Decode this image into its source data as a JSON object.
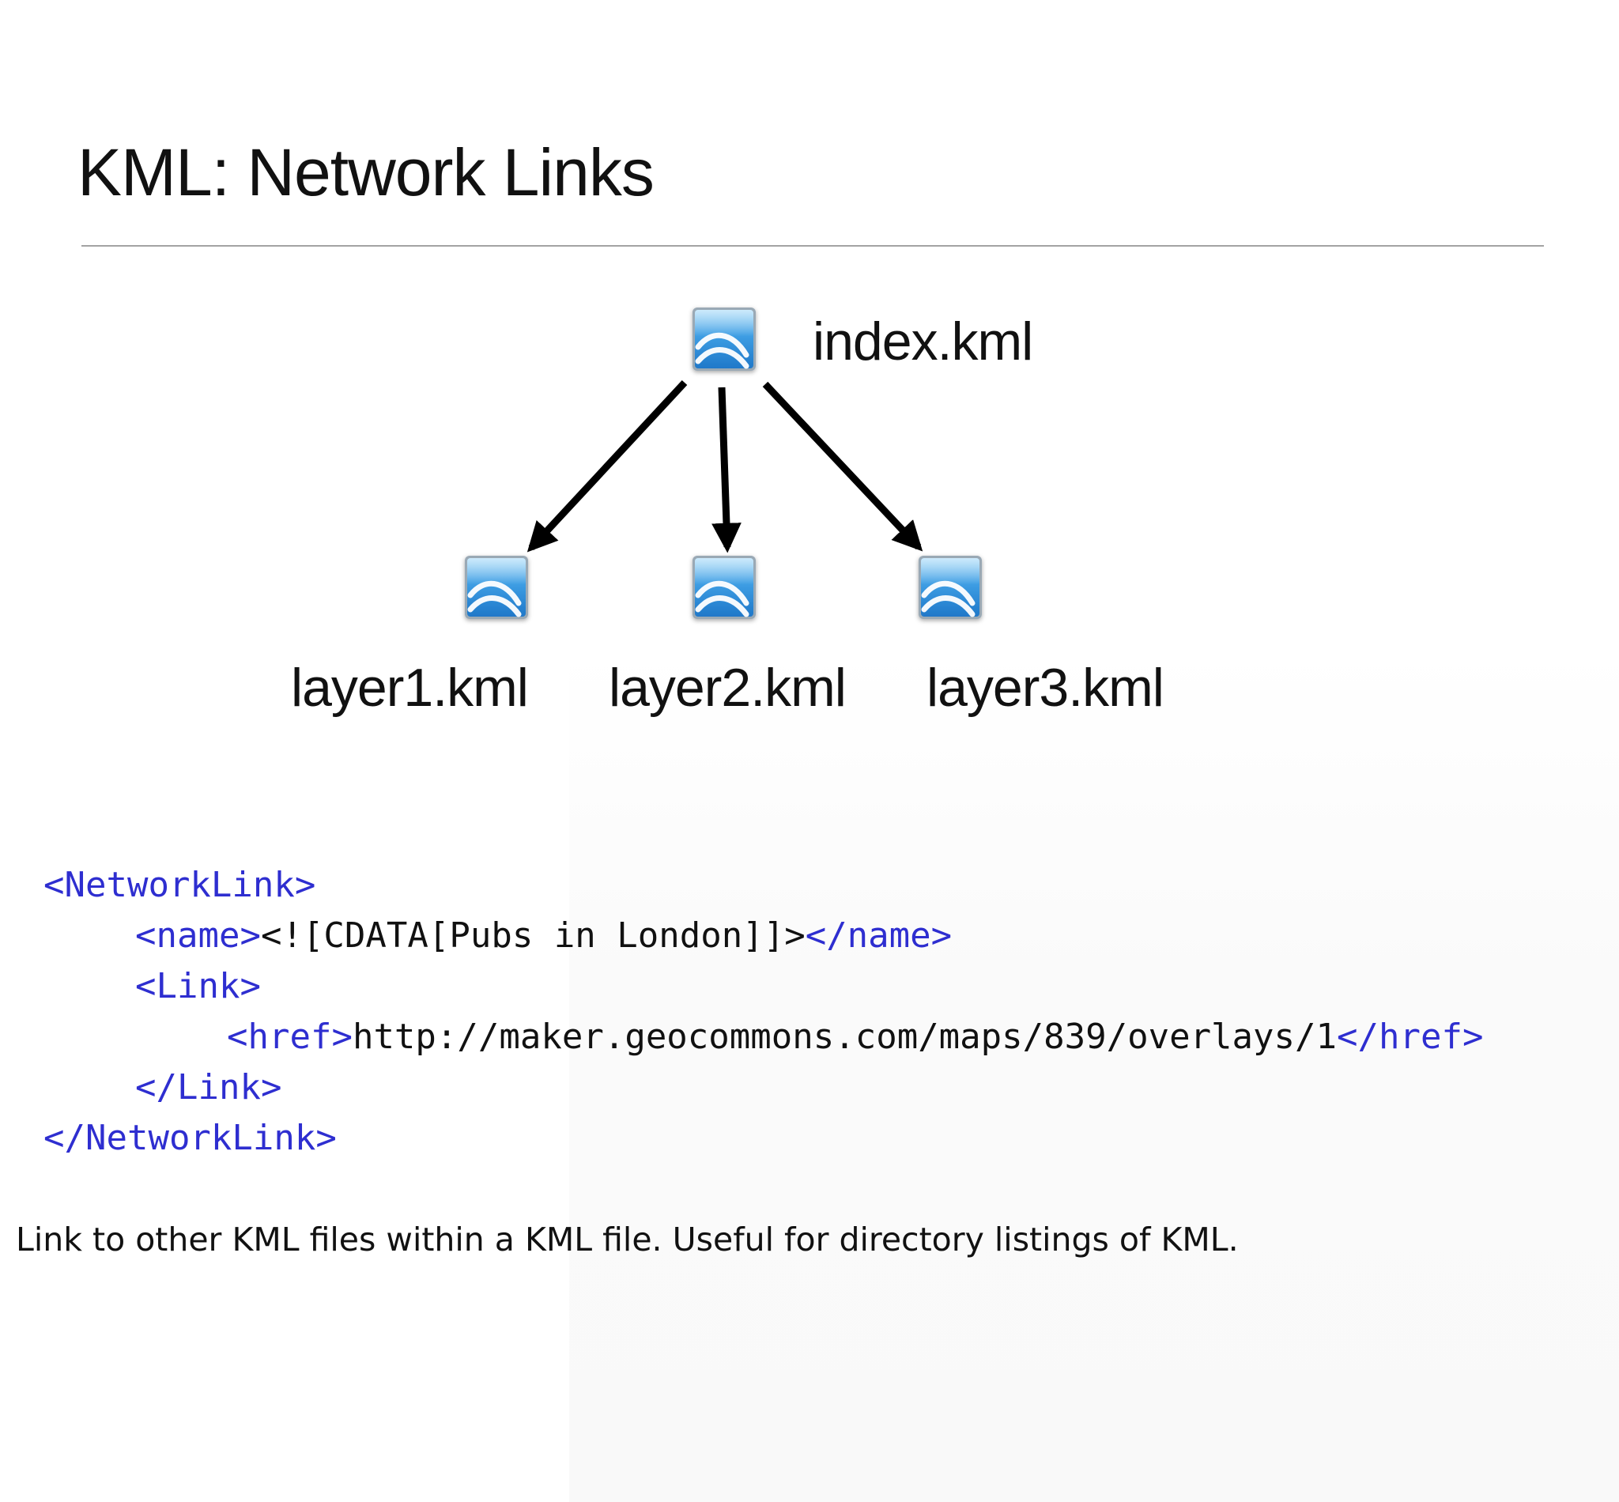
{
  "title": "KML: Network Links",
  "diagram": {
    "root": {
      "label": "index.kml",
      "icon": "kml-file-icon"
    },
    "children": [
      {
        "label": "layer1.kml",
        "icon": "kml-file-icon"
      },
      {
        "label": "layer2.kml",
        "icon": "kml-file-icon"
      },
      {
        "label": "layer3.kml",
        "icon": "kml-file-icon"
      }
    ],
    "edges": [
      {
        "from": "index.kml",
        "to": "layer1.kml"
      },
      {
        "from": "index.kml",
        "to": "layer2.kml"
      },
      {
        "from": "index.kml",
        "to": "layer3.kml"
      }
    ],
    "colors": {
      "icon_fill": "#3a96dc",
      "arrow": "#000000"
    }
  },
  "code": {
    "lines": [
      {
        "open_tag": "<NetworkLink>"
      },
      {
        "open_tag": "<name>",
        "text": "<![CDATA[Pubs in London]]>",
        "close_tag": "</name>"
      },
      {
        "open_tag": "<Link>"
      },
      {
        "open_tag": "<href>",
        "text": "http://maker.geocommons.com/maps/839/overlays/1",
        "close_tag": "</href>"
      },
      {
        "open_tag": "</Link>"
      },
      {
        "open_tag": "</NetworkLink>"
      }
    ],
    "colors": {
      "tag": "#2e2ed0",
      "text": "#111111"
    }
  },
  "caption": "Link to other KML files within a KML file. Useful for directory listings of KML."
}
